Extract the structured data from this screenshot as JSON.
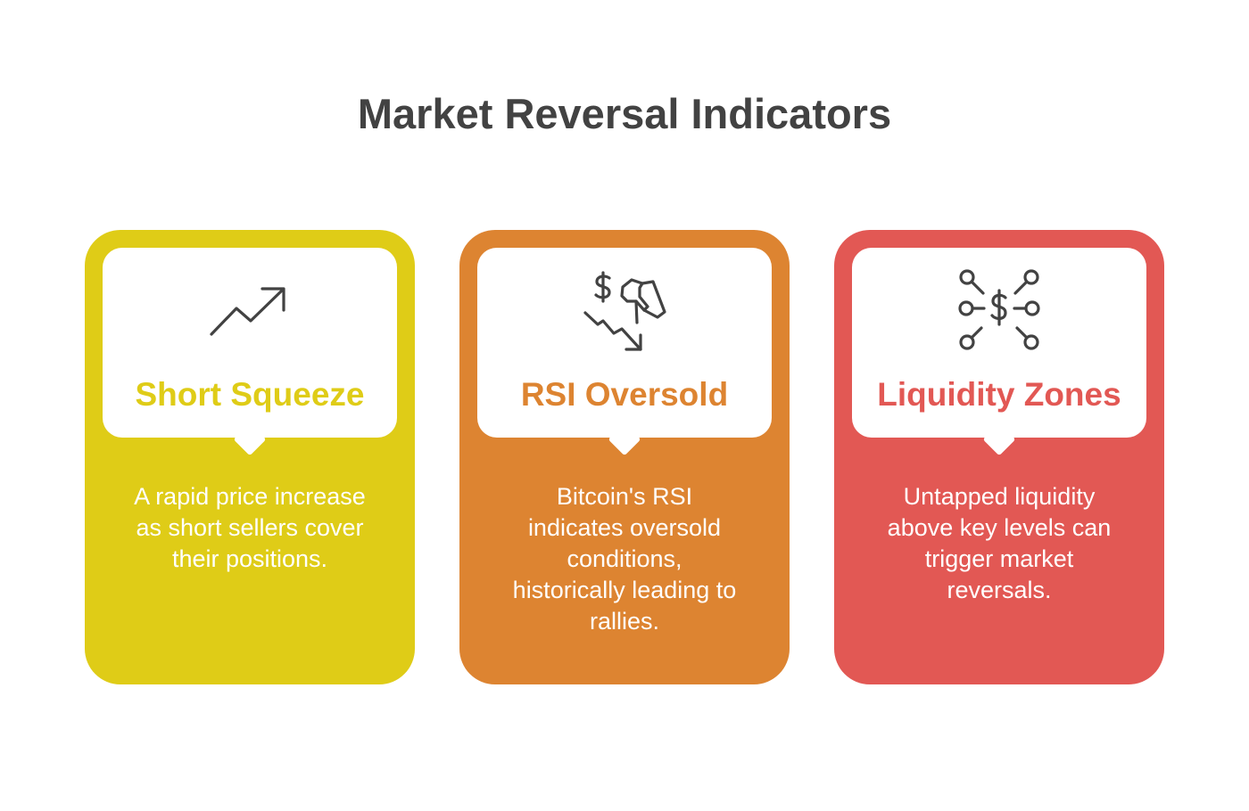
{
  "title": "Market Reversal Indicators",
  "colors": {
    "title": "#424242",
    "card_yellow": "#dfcc17",
    "card_orange": "#dd8431",
    "card_red": "#e25854",
    "icon_stroke": "#424242",
    "bubble": "#ffffff"
  },
  "cards": [
    {
      "title": "Short Squeeze",
      "description": "A rapid price increase as short sellers cover their positions.",
      "icon": "trending-up-icon",
      "color": "#dfcc17"
    },
    {
      "title": "RSI Oversold",
      "description": "Bitcoin's RSI indicates oversold conditions, historically leading to rallies.",
      "icon": "dollar-megaphone-down-icon",
      "color": "#dd8431"
    },
    {
      "title": "Liquidity Zones",
      "description": "Untapped liquidity above key levels can trigger market reversals.",
      "icon": "dollar-network-icon",
      "color": "#e25854"
    }
  ]
}
